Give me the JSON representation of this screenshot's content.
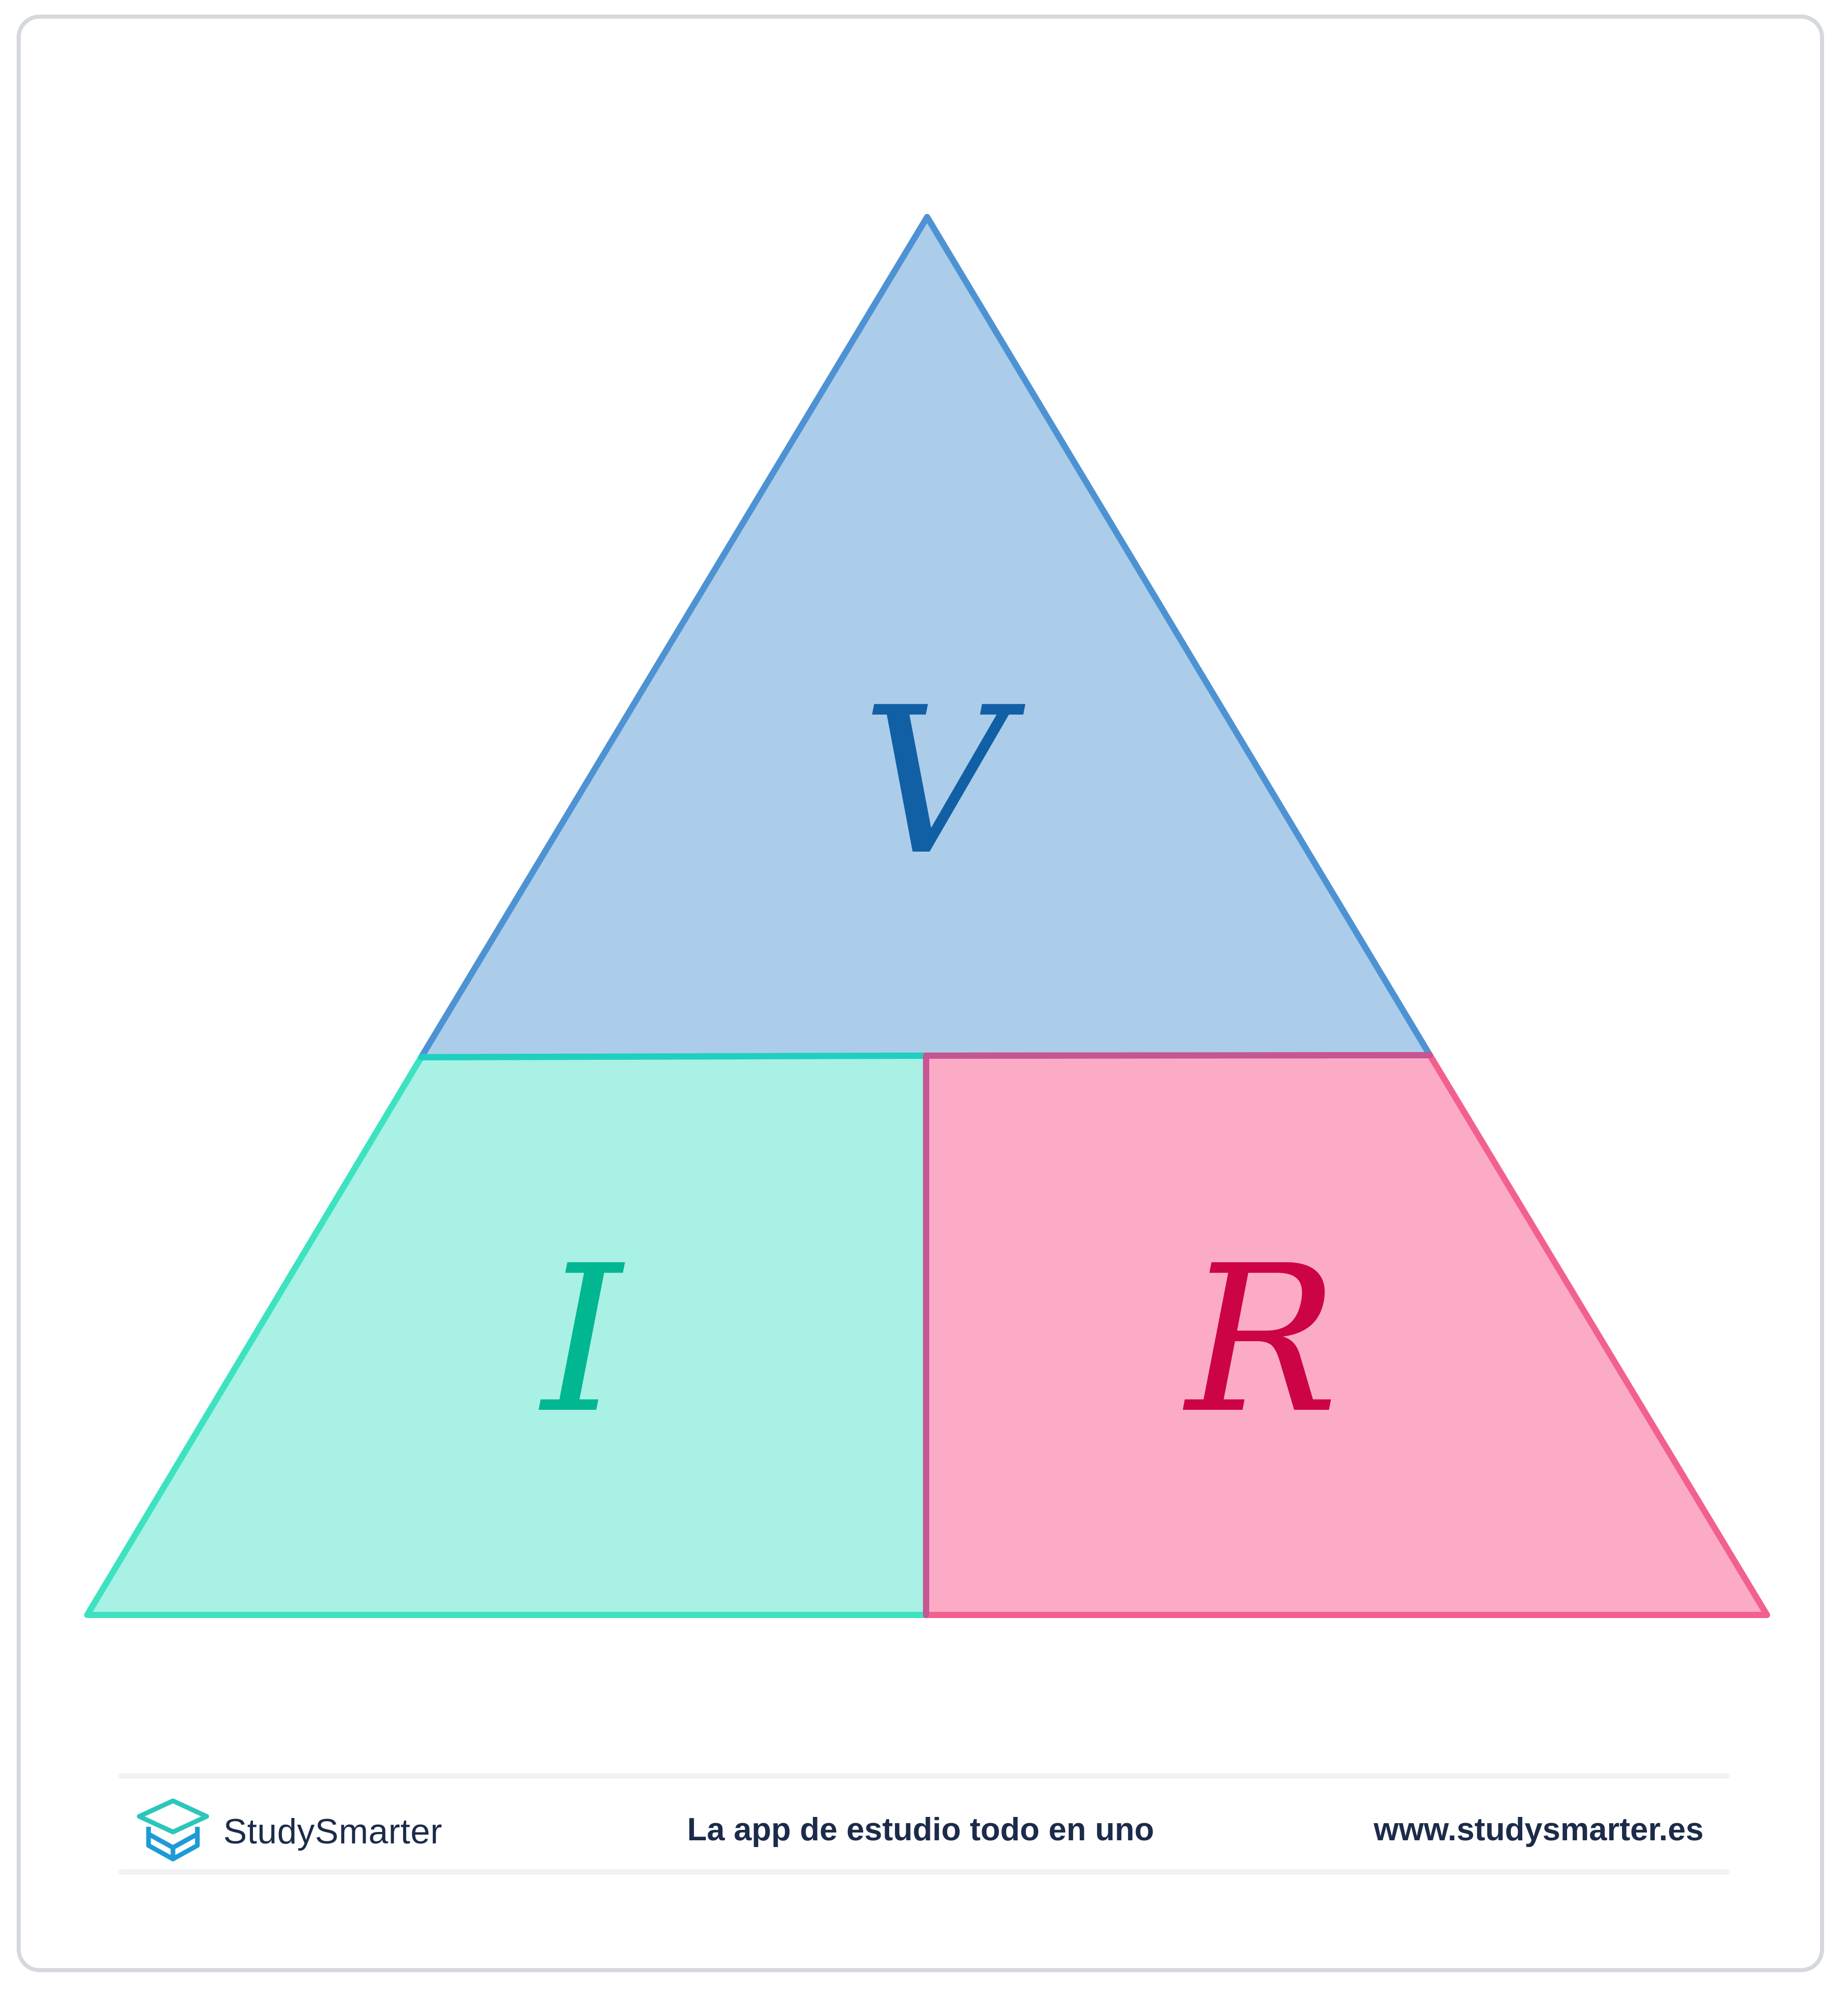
{
  "diagram": {
    "sections": [
      {
        "id": "top",
        "label": "V",
        "fill": "#abcdea",
        "stroke": "#4d92d3",
        "text_color": "#1160a6"
      },
      {
        "id": "bottom-left",
        "label": "I",
        "fill": "#a8f1e4",
        "stroke": "#3de2c1",
        "text_color": "#00b792"
      },
      {
        "id": "bottom-right",
        "label": "R",
        "fill": "#fcabc7",
        "stroke": "#f2608d",
        "text_color": "#cc0344"
      }
    ]
  },
  "footer": {
    "brand": "StudySmarter",
    "tagline": "La app de estudio todo en uno",
    "website": "www.studysmarter.es",
    "logo_icon": "open-box-icon",
    "colors": {
      "text": "#1c2b4a",
      "logo_primary": "#1d9bd6",
      "logo_secondary": "#2cc6bb"
    }
  }
}
